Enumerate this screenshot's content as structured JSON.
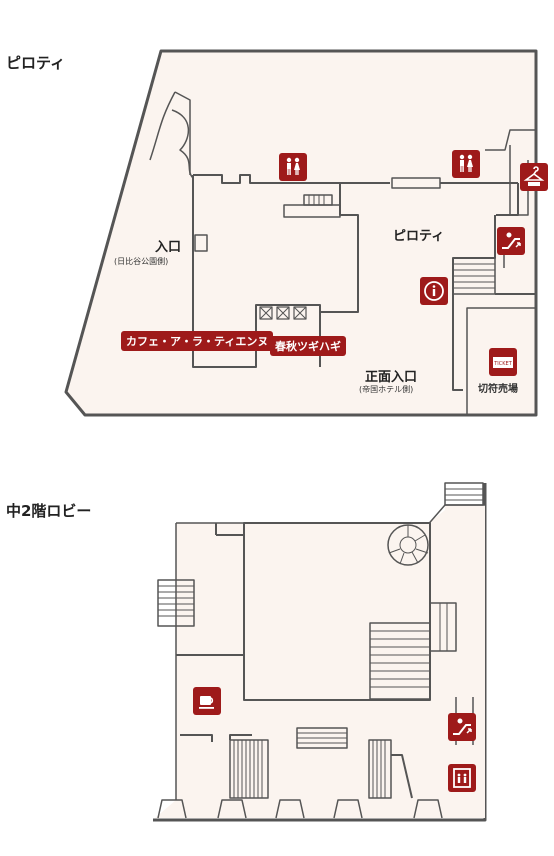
{
  "floor1": {
    "title": "ピロティ",
    "piloti_label": "ピロティ",
    "entrance_label": "入口",
    "entrance_sub": "(日比谷公園側)",
    "main_entrance_label": "正面入口",
    "main_entrance_sub": "(帝国ホテル側)",
    "ticket_label": "切符売場",
    "cafe_label": "カフェ・ア・ラ・ティエンヌ",
    "shop_label": "春秋ツギハギ"
  },
  "floor2": {
    "title": "中2階ロビー"
  },
  "colors": {
    "floor": "#fbf4ef",
    "wall": "#555555",
    "accent": "#9e1a1a"
  },
  "icons": [
    "restroom-icon",
    "restroom-icon",
    "cloakroom-icon",
    "escalator-icon",
    "information-icon",
    "ticket-icon",
    "cafe-icon",
    "escalator-icon",
    "elevator-icon"
  ]
}
